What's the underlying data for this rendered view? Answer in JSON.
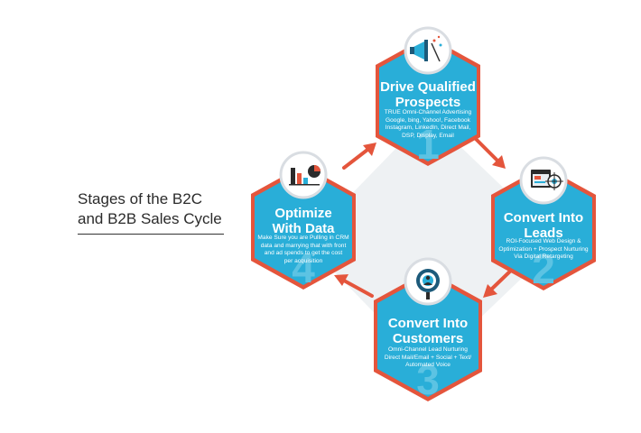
{
  "heading": {
    "line1": "Stages of the B2C",
    "line2": "and B2B Sales Cycle"
  },
  "colors": {
    "hex_fill": "#29aed8",
    "hex_border": "#e4553c",
    "arrow": "#e4553c",
    "backdrop": "#eef1f3",
    "badge_ring": "#d9dde2",
    "watermark": "#5cc3e3"
  },
  "stages": [
    {
      "id": "drive",
      "icon": "megaphone-icon",
      "number": "1",
      "title_lines": [
        "Drive Qualified",
        "Prospects"
      ],
      "body_lines": [
        "TRUE Omni-Channel Advertising",
        "Google, bing, Yahoo!, Facebook",
        "Instagram, LinkedIn, Direct Mail,",
        "DSP, Display, Email"
      ]
    },
    {
      "id": "leads",
      "icon": "web-browser-target-icon",
      "number": "2",
      "title_lines": [
        "Convert Into",
        "Leads"
      ],
      "body_lines": [
        "ROI-Focused Web Design &",
        "Optimization + Prospect Nurturing",
        "Via Digital Retargeting"
      ]
    },
    {
      "id": "customers",
      "icon": "customer-target-icon",
      "number": "3",
      "title_lines": [
        "Convert Into",
        "Customers"
      ],
      "body_lines": [
        "Omni-Channel Lead Nurturing",
        "Direct Mail/Email + Social + Text/",
        "Automated Voice"
      ]
    },
    {
      "id": "optimize",
      "icon": "bar-pie-chart-icon",
      "number": "4",
      "title_lines": [
        "Optimize",
        "With Data"
      ],
      "body_lines": [
        "Make Sure you are Pulling in CRM",
        "data and marrying that with front",
        "and ad spends to get the cost",
        "per acquisition"
      ]
    }
  ]
}
